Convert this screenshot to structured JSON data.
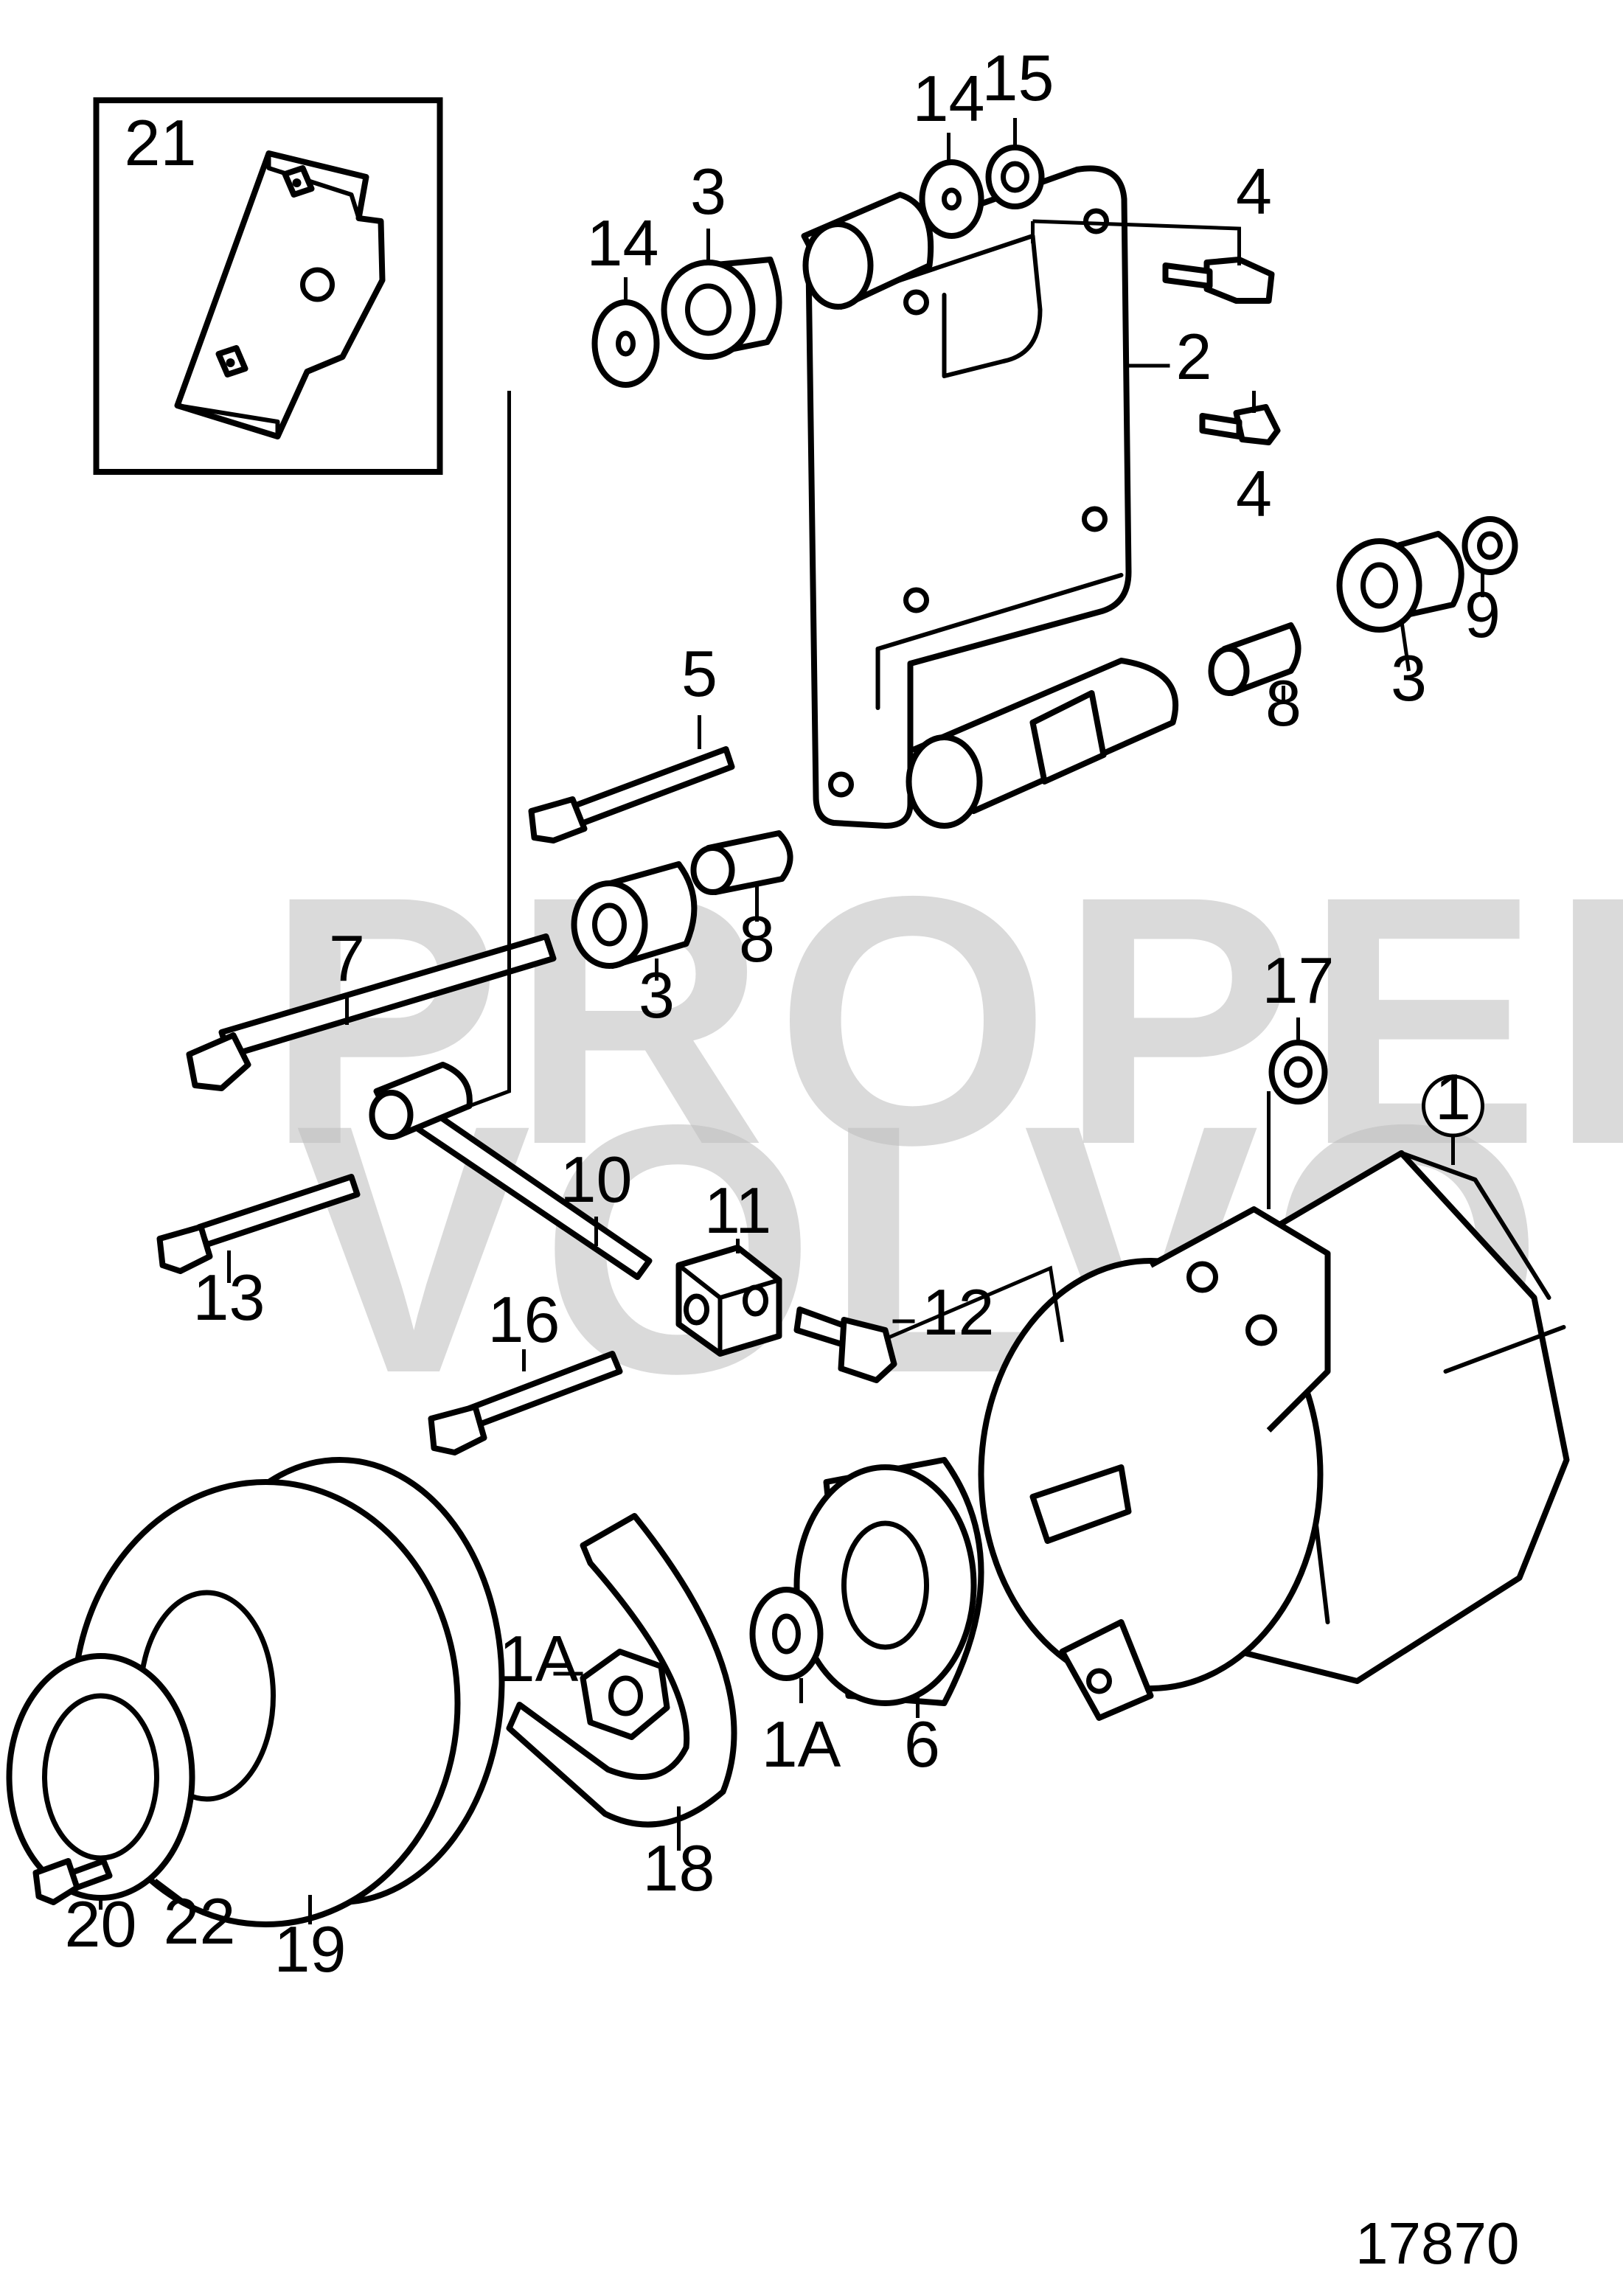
{
  "drawing_number": "17870",
  "watermark": {
    "line1": "PROPERTY OF",
    "line2": "VOLVO PENTA"
  },
  "inset": {
    "label": "21"
  },
  "callouts": {
    "c1": "1",
    "c1a_left": "1A",
    "c1a_right": "1A",
    "c2": "2",
    "c3_top": "3",
    "c3_mid": "3",
    "c3_right": "3",
    "c4_top": "4",
    "c4_bot": "4",
    "c5": "5",
    "c6": "6",
    "c7": "7",
    "c8_mid": "8",
    "c8_right": "8",
    "c9": "9",
    "c10": "10",
    "c11": "11",
    "c12": "12",
    "c13": "13",
    "c14_left": "14",
    "c14_top": "14",
    "c15": "15",
    "c16": "16",
    "c17": "17",
    "c18": "18",
    "c19": "19",
    "c20": "20",
    "c22": "22"
  }
}
